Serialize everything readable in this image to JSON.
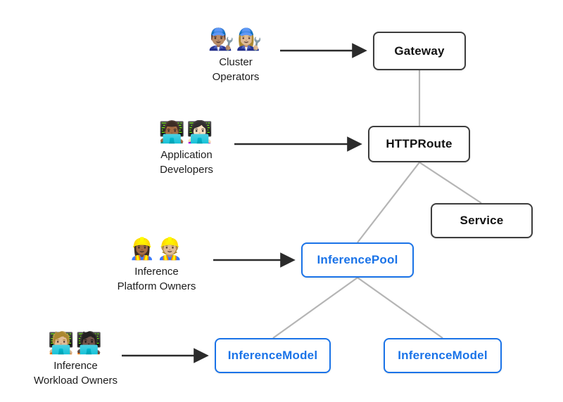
{
  "diagram": {
    "actors": {
      "cluster_operators": {
        "emoji": "👨🏽‍🔧👩🏼‍🔧",
        "label": "Cluster\nOperators"
      },
      "application_developers": {
        "emoji": "👨🏾‍💻👩🏻‍💻",
        "label": "Application\nDevelopers"
      },
      "inference_platform_owners": {
        "emoji": "👷🏾‍♀️👷🏼",
        "label": "Inference\nPlatform Owners"
      },
      "inference_workload_owners": {
        "emoji": "🧑🏼‍💻🧑🏿‍💻",
        "label": "Inference\nWorkload Owners"
      }
    },
    "nodes": {
      "gateway": {
        "label": "Gateway"
      },
      "httproute": {
        "label": "HTTPRoute"
      },
      "service": {
        "label": "Service"
      },
      "inference_pool": {
        "label": "InferencePool"
      },
      "inference_model_1": {
        "label": "InferenceModel"
      },
      "inference_model_2": {
        "label": "InferenceModel"
      }
    },
    "colors": {
      "node_border_dark": "#3d3d3d",
      "node_text_dark": "#111111",
      "node_border_blue": "#1a73e8",
      "node_text_blue": "#1a73e8",
      "edge_gray": "#b5b5b5",
      "arrow_black": "#2b2b2b"
    }
  }
}
